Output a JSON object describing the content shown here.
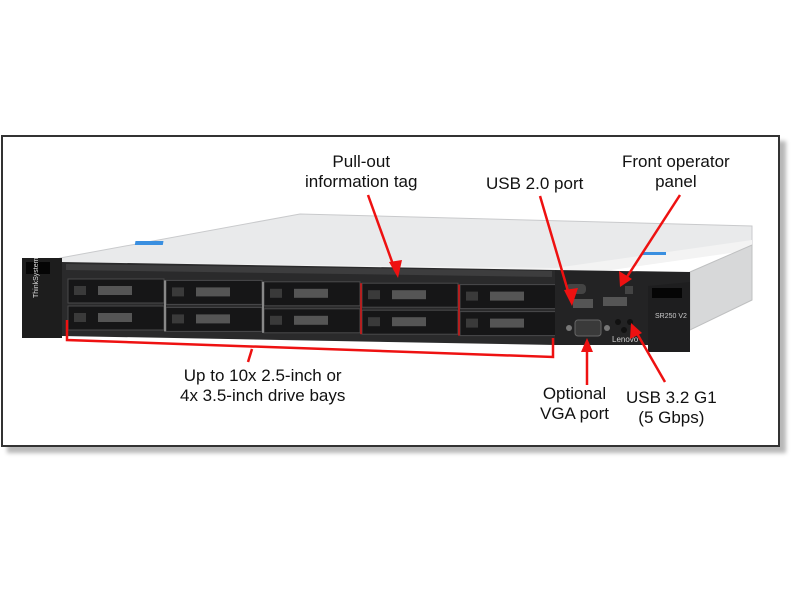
{
  "diagram": {
    "subject": "Lenovo ThinkSystem SR250 V2 front view",
    "accent_color": "#ee1111",
    "callouts": [
      {
        "id": "pullout",
        "lines": [
          "Pull-out",
          "information tag"
        ]
      },
      {
        "id": "usb20",
        "lines": [
          "USB 2.0 port"
        ]
      },
      {
        "id": "operator",
        "lines": [
          "Front operator",
          "panel"
        ]
      },
      {
        "id": "drives",
        "lines": [
          "Up to 10x 2.5-inch or",
          "4x 3.5-inch drive bays"
        ]
      },
      {
        "id": "vga",
        "lines": [
          "Optional",
          "VGA port"
        ]
      },
      {
        "id": "usb32",
        "lines": [
          "USB 3.2 G1",
          "(5 Gbps)"
        ]
      }
    ],
    "server_text": {
      "brand_ear": "ThinkSystem",
      "model": "SR250 V2",
      "logo": "Lenovo"
    }
  }
}
